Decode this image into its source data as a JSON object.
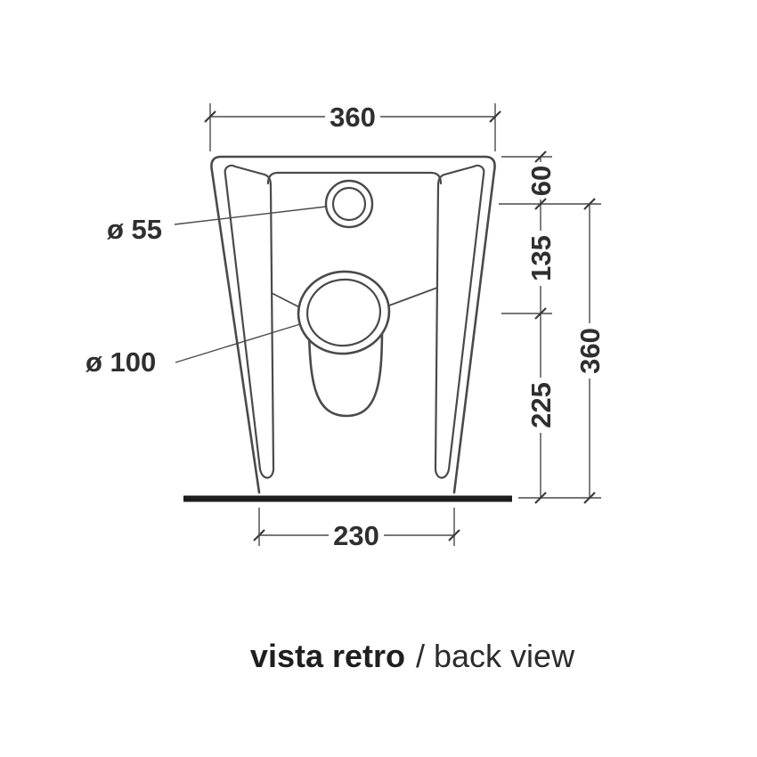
{
  "dimensions": {
    "top_width": "360",
    "base_width": "230",
    "top_offset": "60",
    "mid_span": "135",
    "lower_span": "225",
    "overall_height": "360",
    "small_hole": "ø 55",
    "large_hole": "ø 100"
  },
  "caption": {
    "primary": "vista retro",
    "secondary": "/ back view"
  },
  "colors": {
    "line": "#4a4a4a",
    "text": "#2f2f2f",
    "ground": "#1d1d1d",
    "background": "#ffffff"
  }
}
